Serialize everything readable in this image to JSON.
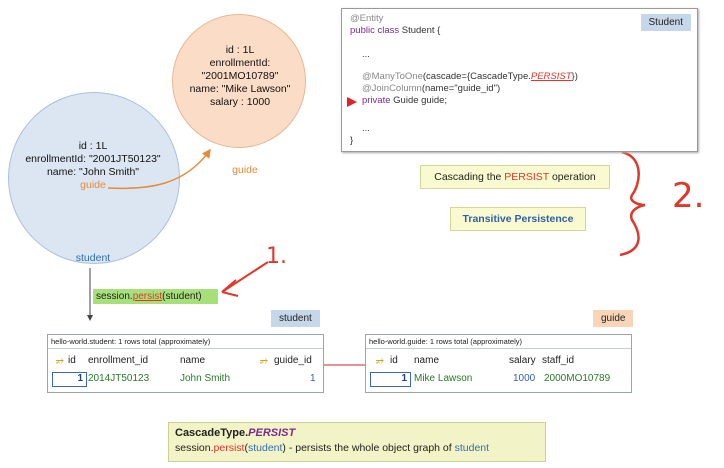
{
  "guide_circle": {
    "id": "id : 1L",
    "enrollment": "enrollmentId: \"2001MO10789\"",
    "name": "name:  \"Mike Lawson\"",
    "salary": "salary : 1000",
    "label": "guide"
  },
  "student_circle": {
    "id": "id : 1L",
    "enrollment": "enrollmentId: \"2001JT50123\"",
    "name": "name:  \"John Smith\"",
    "guide": "guide",
    "label": "student"
  },
  "code": {
    "tag": "Student",
    "line1": "@Entity",
    "line2_kw": "public class",
    "line2_rest": " Student {",
    "dots1": "...",
    "ann1_a": "@ManyToOne",
    "ann1_b": "(cascade={CascadeType.",
    "ann1_c": "PERSIST",
    "ann1_d": "})",
    "ann2_a": "@JoinColumn",
    "ann2_b": "(name=\"guide_id\")",
    "field_kw": "private",
    "field_rest": " Guide guide;",
    "dots2": "...",
    "close": "}"
  },
  "cascading": {
    "pre": "Cascading the ",
    "red": "PERSIST",
    "post": " operation"
  },
  "transitive": "Transitive Persistence",
  "handwriting": {
    "one": "1.",
    "two": "2."
  },
  "persist_call": {
    "pre": "session.",
    "red": "persist",
    "post": "(student)"
  },
  "student_table": {
    "tag": "student",
    "caption": "hello-world.student: 1 rows total (approximately)",
    "headers": [
      "id",
      "enrollment_id",
      "name",
      "guide_id"
    ],
    "row": {
      "id": "1",
      "enrollment_id": "2014JT50123",
      "name": "John Smith",
      "guide_id": "1"
    }
  },
  "guide_table": {
    "tag": "guide",
    "caption": "hello-world.guide: 1 rows total (approximately)",
    "headers": [
      "id",
      "name",
      "salary",
      "staff_id"
    ],
    "row": {
      "id": "1",
      "name": "Mike Lawson",
      "salary": "1000",
      "staff_id": "2000MO10789"
    }
  },
  "summary": {
    "title_a": "CascadeType.",
    "title_b": "PERSIST",
    "l2_a": "session.",
    "l2_b": "persist",
    "l2_c": "(",
    "l2_d": "student",
    "l2_e": ") - persists the whole object graph of ",
    "l2_f": "student"
  }
}
